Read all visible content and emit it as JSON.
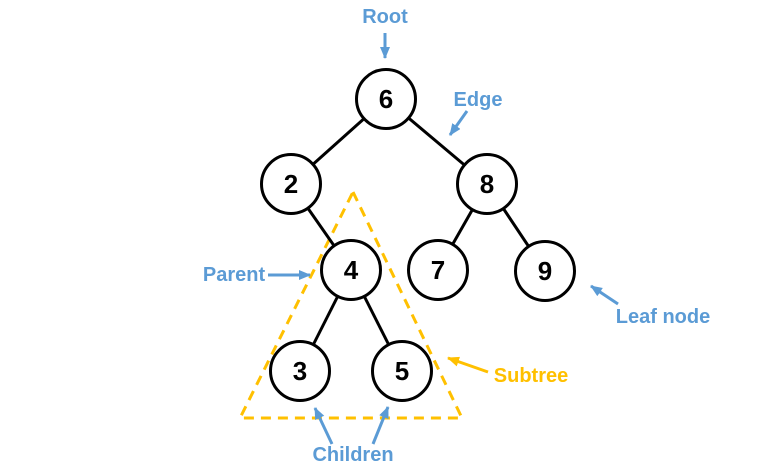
{
  "diagram": {
    "type": "binary-tree",
    "annotations": {
      "root": "Root",
      "edge": "Edge",
      "parent": "Parent",
      "leaf_node": "Leaf node",
      "subtree": "Subtree",
      "children": "Children"
    },
    "nodes": {
      "n6": "6",
      "n2": "2",
      "n8": "8",
      "n4": "4",
      "n7": "7",
      "n9": "9",
      "n3": "3",
      "n5": "5"
    },
    "edges": [
      [
        "6",
        "2"
      ],
      [
        "6",
        "8"
      ],
      [
        "2",
        "4"
      ],
      [
        "8",
        "7"
      ],
      [
        "8",
        "9"
      ],
      [
        "4",
        "3"
      ],
      [
        "4",
        "5"
      ]
    ],
    "subtree_encloses": [
      "4",
      "3",
      "5"
    ],
    "colors": {
      "annotation_blue": "#5B9BD5",
      "subtree_orange": "#FFC000",
      "node_outline": "#000000",
      "background": "#FFFFFF"
    }
  }
}
